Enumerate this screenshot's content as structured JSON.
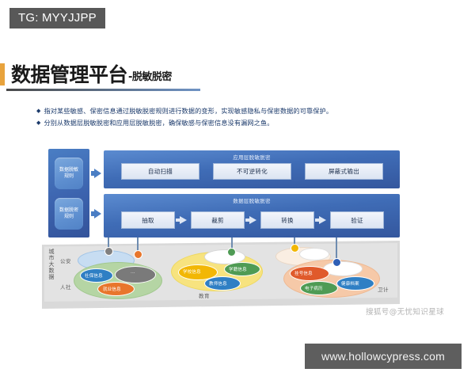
{
  "banner": {
    "tag_label": "TG: MYYJJPP"
  },
  "title": {
    "main": "数据管理平台",
    "sub": "-脱敏脱密",
    "accent_color": "#e8a33d"
  },
  "bullets": [
    {
      "marker": "◆",
      "text": "指对某些敏感、保密信息通过脱敏脱密规则进行数据的变形，实现敏感隐私与保密数据的可靠保护。"
    },
    {
      "marker": "◆",
      "text": "分别从数据层脱敏脱密和应用层脱敏脱密，确保敏感与保密信息没有漏网之鱼。"
    }
  ],
  "diagram": {
    "rules": [
      {
        "label": "数据脱敏规则"
      },
      {
        "label": "数据脱密规则"
      }
    ],
    "panels": [
      {
        "title": "应用层脱敏脱密",
        "nodes": [
          {
            "label": "自动扫描"
          },
          {
            "label": "不可逆转化"
          },
          {
            "label": "屏蔽式输出"
          }
        ]
      },
      {
        "title": "数据层脱敏脱密",
        "nodes": [
          {
            "label": "抽取"
          },
          {
            "label": "裁剪"
          },
          {
            "label": "转换"
          },
          {
            "label": "验证"
          }
        ]
      }
    ],
    "ecosystem": {
      "axis_label": "城市大数据",
      "sectors": [
        {
          "name": "公安"
        },
        {
          "name": "人社"
        },
        {
          "name": "教育"
        },
        {
          "name": "卫计"
        }
      ],
      "datasets": [
        {
          "label": "社保信息",
          "color": "#2f7fc4",
          "sector": "人社"
        },
        {
          "label": "就业信息",
          "color": "#e8762c",
          "sector": "人社"
        },
        {
          "label": "...",
          "color": "#7a7a7a",
          "sector": "人社"
        },
        {
          "label": "学校信息",
          "color": "#f2b705",
          "sector": "教育"
        },
        {
          "label": "学籍信息",
          "color": "#4f9b54",
          "sector": "教育"
        },
        {
          "label": "教师信息",
          "color": "#2f7fc4",
          "sector": "教育"
        },
        {
          "label": "挂号信息",
          "color": "#e05a2b",
          "sector": "卫计"
        },
        {
          "label": "电子病历",
          "color": "#4f9b54",
          "sector": "卫计"
        },
        {
          "label": "健康档案",
          "color": "#2f7fc4",
          "sector": "卫计"
        }
      ]
    }
  },
  "watermark": {
    "text": "搜狐号@无忧知识星球"
  },
  "footer": {
    "url": "www.hollowcypress.com"
  }
}
